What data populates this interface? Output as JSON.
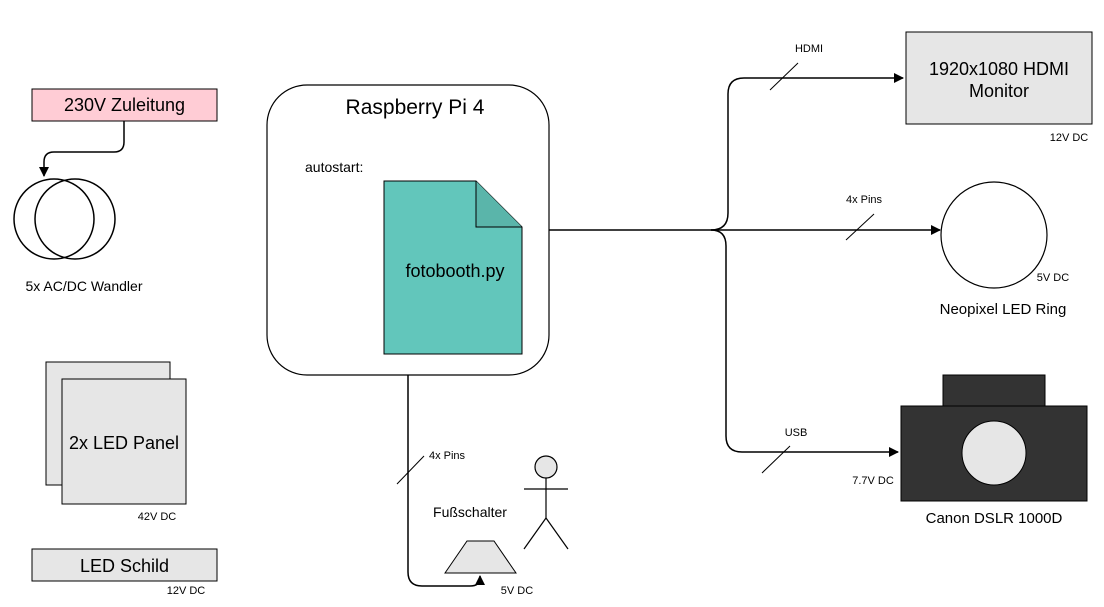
{
  "power": {
    "supply_label": "230V Zuleitung",
    "converter_label": "5x AC/DC Wandler"
  },
  "led_panel": {
    "label": "2x LED Panel",
    "voltage": "42V DC"
  },
  "led_sign": {
    "label": "LED Schild",
    "voltage": "12V DC"
  },
  "pi": {
    "title": "Raspberry Pi 4",
    "autostart_label": "autostart:",
    "script_name": "fotobooth.py"
  },
  "foot_switch": {
    "label": "Fußschalter",
    "voltage": "5V DC",
    "conn_label": "4x Pins"
  },
  "monitor": {
    "line1": "1920x1080 HDMI",
    "line2": "Monitor",
    "voltage": "12V DC",
    "conn_label": "HDMI"
  },
  "neopixel": {
    "label": "Neopixel LED Ring",
    "voltage": "5V DC",
    "conn_label": "4x Pins"
  },
  "camera": {
    "label": "Canon DSLR 1000D",
    "voltage": "7.7V DC",
    "conn_label": "USB"
  },
  "colors": {
    "supply_fill": "#ffccd5",
    "file_fill": "#62c6bb",
    "box_fill": "#e6e6e6",
    "camera_body": "#333333",
    "line": "#000000"
  }
}
